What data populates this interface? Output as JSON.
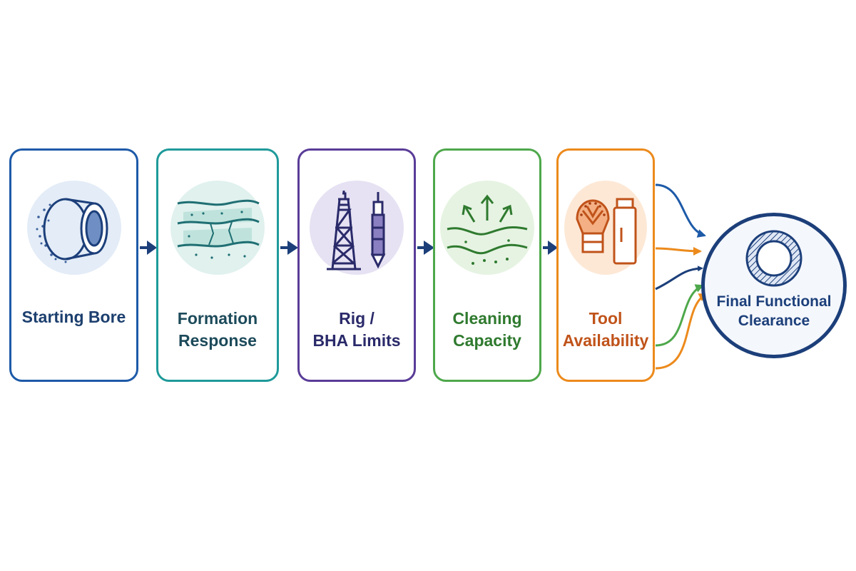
{
  "steps": [
    {
      "label": "Starting Bore",
      "icon": "bore-pipe-icon",
      "color": "#1d5aa8"
    },
    {
      "label": "Formation Response",
      "icon": "rock-layers-icon",
      "color": "#1f9a9a"
    },
    {
      "label": "Rig / BHA Limits",
      "icon": "drilling-rig-and-tool-icon",
      "color": "#5a3c98"
    },
    {
      "label": "Cleaning Capacity",
      "icon": "cleaning-flow-icon",
      "color": "#4ea84b"
    },
    {
      "label": "Tool Availability",
      "icon": "bit-and-tool-icon",
      "color": "#ec8a1c"
    }
  ],
  "final": {
    "label": "Final Functional Clearance",
    "icon": "clearance-ring-icon",
    "color": "#1c3f7a"
  },
  "arrow_color": "#1c3f7a"
}
